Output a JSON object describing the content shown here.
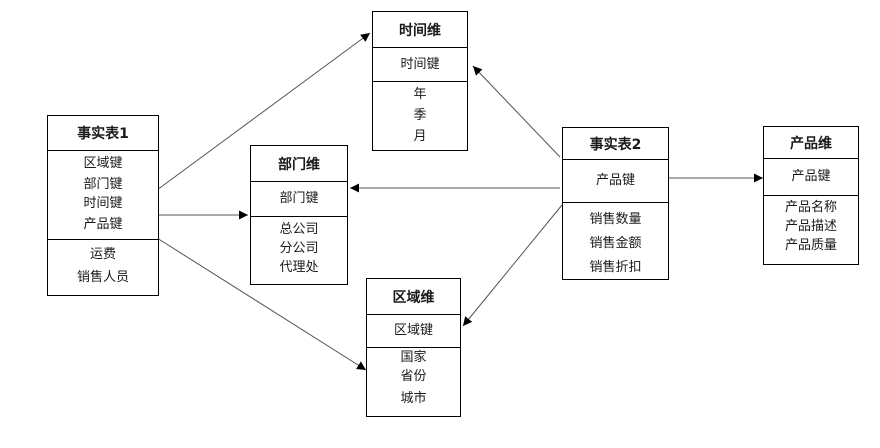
{
  "entities": {
    "fact1": {
      "title": "事实表1",
      "keys": [
        "区域键",
        "部门键",
        "时间键",
        "产品键"
      ],
      "attrs": [
        "运费",
        "销售人员"
      ]
    },
    "time": {
      "title": "时间维",
      "keys": [
        "时间键"
      ],
      "attrs": [
        "年",
        "季",
        "月"
      ]
    },
    "dept": {
      "title": "部门维",
      "keys": [
        "部门键"
      ],
      "attrs": [
        "总公司",
        "分公司",
        "代理处"
      ]
    },
    "region": {
      "title": "区域维",
      "keys": [
        "区域键"
      ],
      "attrs": [
        "国家",
        "省份",
        "城市"
      ]
    },
    "fact2": {
      "title": "事实表2",
      "keys": [
        "产品键"
      ],
      "attrs": [
        "销售数量",
        "销售金额",
        "销售折扣"
      ]
    },
    "product": {
      "title": "产品维",
      "keys": [
        "产品键"
      ],
      "attrs": [
        "产品名称",
        "产品描述",
        "产品质量"
      ]
    }
  },
  "edge_color": "#555555"
}
